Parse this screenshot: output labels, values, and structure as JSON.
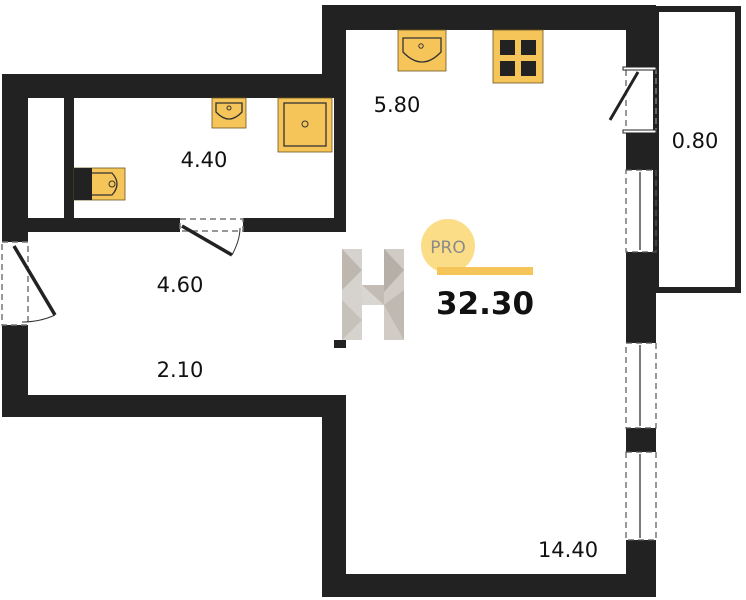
{
  "plan": {
    "total_area": "32.30",
    "badge": "PRO",
    "rooms": [
      {
        "id": "kitchen",
        "area": "5.80"
      },
      {
        "id": "bathroom",
        "area": "4.40"
      },
      {
        "id": "balcony",
        "area": "0.80"
      },
      {
        "id": "hallway",
        "area": "4.60"
      },
      {
        "id": "corridor",
        "area": "2.10"
      },
      {
        "id": "living-room",
        "area": "14.40"
      }
    ]
  },
  "colors": {
    "wall": "#222222",
    "fixture": "#F6C55A",
    "badge": "#FBD97A",
    "logo": "#C9C4BE"
  }
}
